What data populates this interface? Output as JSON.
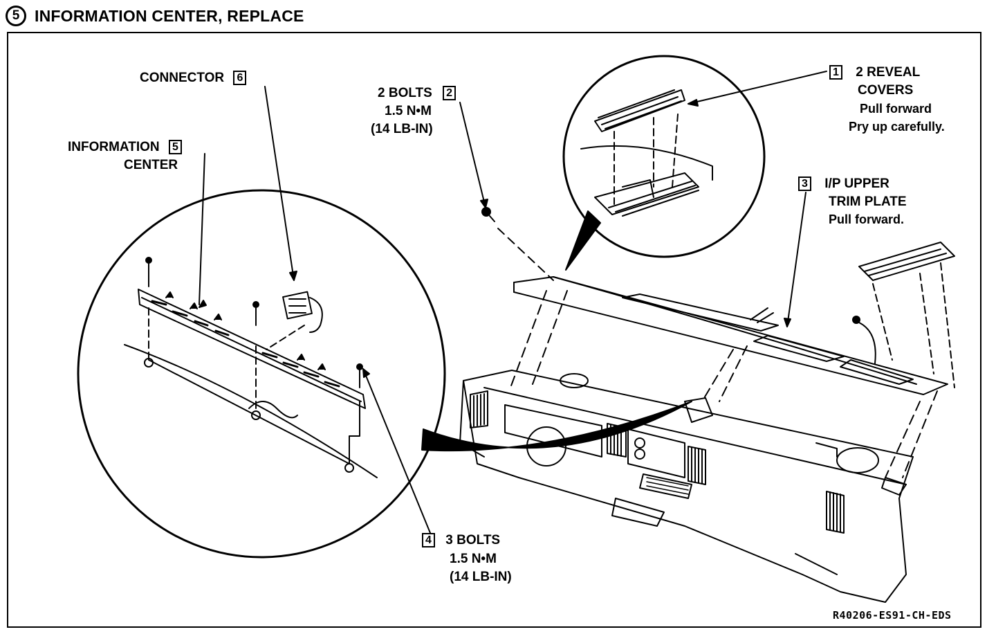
{
  "header": {
    "step_number": "5",
    "title": "INFORMATION CENTER, REPLACE"
  },
  "callouts": {
    "c1": {
      "number": "1",
      "line1": "2 REVEAL",
      "line2": "COVERS",
      "line3": "Pull forward",
      "line4": "Pry up carefully."
    },
    "c2": {
      "number": "2",
      "line1": "2 BOLTS",
      "line2": "1.5 N•M",
      "line3": "(14 LB-IN)"
    },
    "c3": {
      "number": "3",
      "line1": "I/P UPPER",
      "line2": "TRIM PLATE",
      "line3": "Pull forward."
    },
    "c4": {
      "number": "4",
      "line1": "3 BOLTS",
      "line2": "1.5 N•M",
      "line3": "(14 LB-IN)"
    },
    "c5": {
      "number": "5",
      "line1": "INFORMATION",
      "line2": "CENTER"
    },
    "c6": {
      "number": "6",
      "line1": "CONNECTOR"
    }
  },
  "figure_code": "R40206-ES91-CH-EDS"
}
